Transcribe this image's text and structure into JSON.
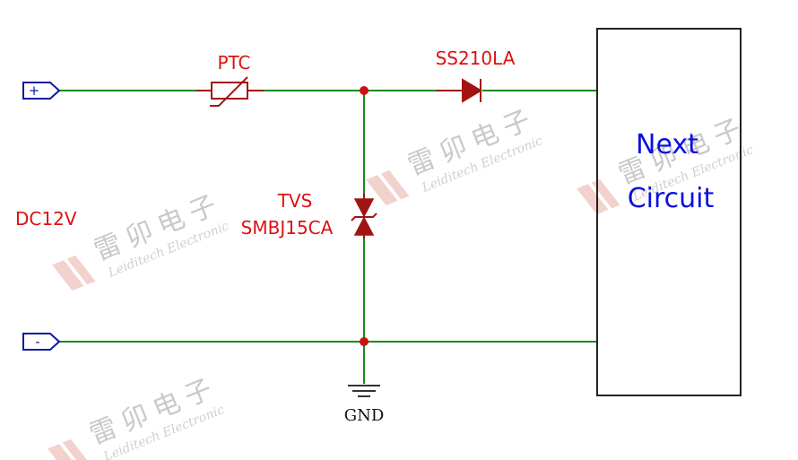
{
  "labels": {
    "ptc": "PTC",
    "diode": "SS210LA",
    "tvs_line1": "TVS",
    "tvs_line2": "SMBJ15CA",
    "supply": "DC12V",
    "gnd": "GND",
    "block_line1": "Next",
    "block_line2": "Circuit",
    "port_plus": "+",
    "port_minus": "-"
  },
  "watermark": {
    "cn": "雷卯电子",
    "en": "Leiditech Electronic"
  },
  "colors": {
    "wire": "#1b8a1b",
    "component": "#a11414",
    "label": "#dd1111",
    "block_text": "#0a10e0",
    "port": "#0b1aa0"
  }
}
